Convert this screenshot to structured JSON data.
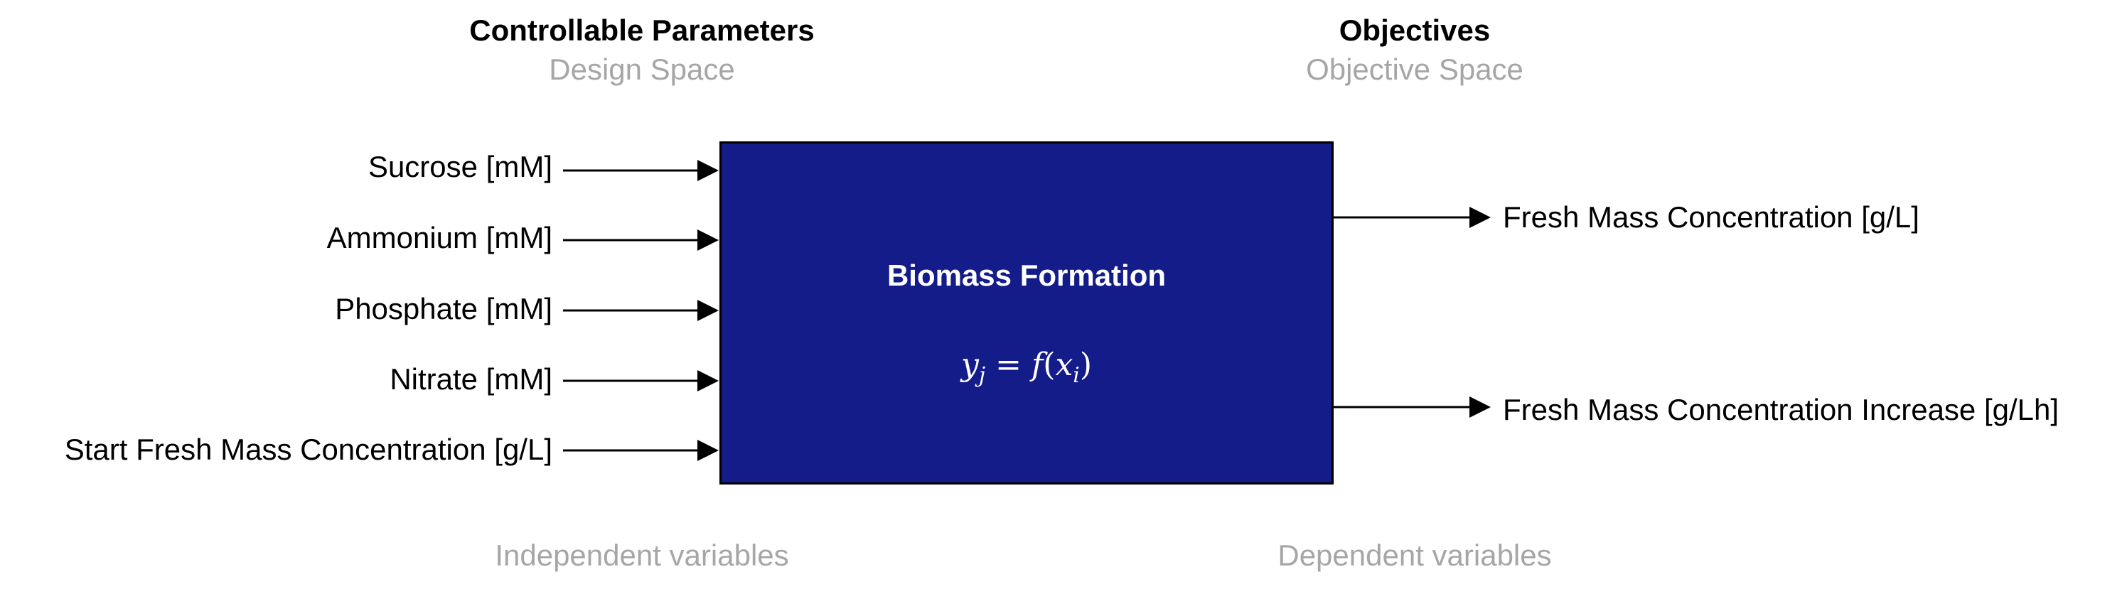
{
  "headers": {
    "left_title": "Controllable Parameters",
    "left_subtitle": "Design Space",
    "right_title": "Objectives",
    "right_subtitle": "Objective Space"
  },
  "inputs": [
    {
      "label": "Sucrose [mM]"
    },
    {
      "label": "Ammonium [mM]"
    },
    {
      "label": "Phosphate [mM]"
    },
    {
      "label": "Nitrate [mM]"
    },
    {
      "label": "Start Fresh Mass Concentration [g/L]"
    }
  ],
  "process": {
    "title": "Biomass Formation",
    "formula": "yj = f(xi)",
    "color": "#141c8a"
  },
  "outputs": [
    {
      "label": "Fresh Mass Concentration [g/L]"
    },
    {
      "label": "Fresh Mass Concentration Increase [g/Lh]"
    }
  ],
  "captions": {
    "left": "Independent variables",
    "right": "Dependent variables"
  },
  "colors": {
    "subtle_text": "#a6a6a6",
    "arrow": "#000000"
  }
}
